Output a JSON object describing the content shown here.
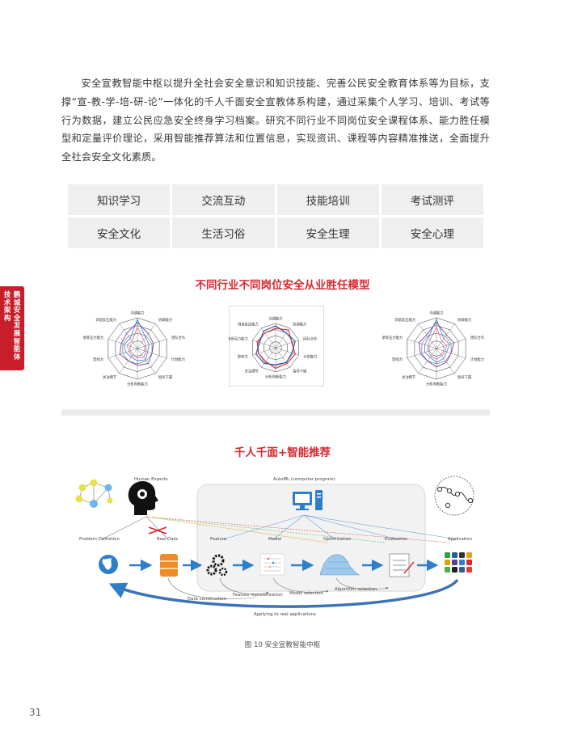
{
  "paragraph": "安全宣教智能中枢以提升全社会安全意识和知识技能、完善公民安全教育体系等为目标，支撑“宣-教-学-培-研-论”一体化的千人千面安全宣教体系构建，通过采集个人学习、培训、考试等行为数据，建立公民应急安全终身学习档案。研究不同行业不同岗位安全课程体系、能力胜任模型和定量评价理论，采用智能推荐算法和位置信息，实现资讯、课程等内容精准推送，全面提升全社会安全文化素质。",
  "categories": [
    "知识学习",
    "交流互动",
    "技能培训",
    "考试测评",
    "安全文化",
    "生活习俗",
    "安全生理",
    "安全心理"
  ],
  "sidebar": {
    "col1": "技术架构",
    "col2": "鹏城安全发展智能体"
  },
  "competency_title": "不同行业不同岗位安全从业胜任模型",
  "radar_left_labels": [
    "沟通能力",
    "协调能力",
    "团队合作",
    "计划能力",
    "指导下属",
    "分析判断能力",
    "关注细节",
    "影响力",
    "承受压力能力",
    "洞谙反应能力"
  ],
  "radar_mid_labels": [
    "沟通能力",
    "协调能力",
    "团队合作",
    "计划能力",
    "指导下属",
    "分析判断能力",
    "关注细节",
    "影响力",
    "承受压力能力",
    "洞谙反应能力"
  ],
  "radar_right_labels": [
    "沟通能力",
    "协调能力",
    "团队合作",
    "计划能力",
    "指导下属",
    "分析判断能力",
    "关注细节",
    "影响力",
    "承受压力能力",
    "洞谙反应能力"
  ],
  "recommend_title": "千人千面+智能推荐",
  "automl": {
    "human_experts": "Human Experts",
    "program": "AutoML (computer program)",
    "stages": [
      "Problem Definition",
      "Raw Data",
      "Feature",
      "Model",
      "Optimization",
      "Evaluation",
      "Application"
    ],
    "loops": [
      "Data construction",
      "Feature representation",
      "Model selection",
      "Algorithm selection",
      "Applying to real applications"
    ]
  },
  "caption": "图 10 安全宣教智能中枢",
  "page_number": "31",
  "colors": {
    "accent": "#d7282f",
    "sidebar": "#c81e2c",
    "flow_blue": "#2f7fc8"
  }
}
